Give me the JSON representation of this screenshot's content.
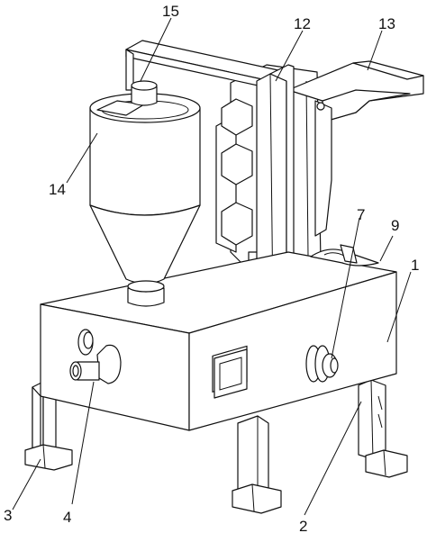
{
  "labels": {
    "l1": "1",
    "l2": "2",
    "l3": "3",
    "l4": "4",
    "l7": "7",
    "l9": "9",
    "l12": "12",
    "l13": "13",
    "l14": "14",
    "l15": "15"
  }
}
